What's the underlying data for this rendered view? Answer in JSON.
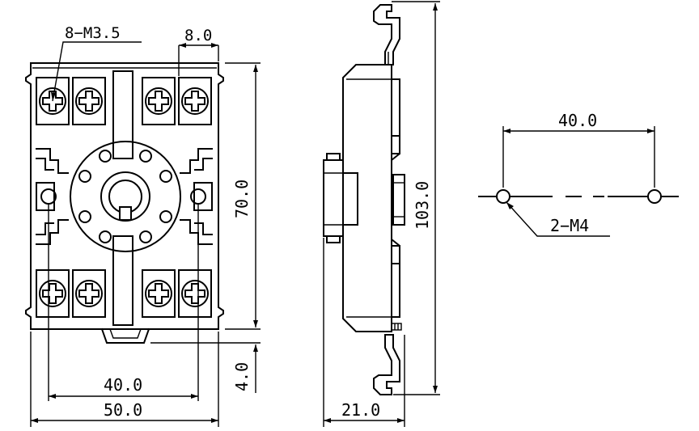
{
  "front_view": {
    "screw_label": "8−M3.5",
    "pitch_label": "8.0",
    "height_label": "70.0",
    "mount_pitch_label": "40.0",
    "width_label": "50.0",
    "tab_label": "4.0"
  },
  "side_view": {
    "overall_height_label": "103.0",
    "depth_label": "21.0"
  },
  "hole_pattern": {
    "spacing_label": "40.0",
    "hole_label": "2−M4"
  }
}
